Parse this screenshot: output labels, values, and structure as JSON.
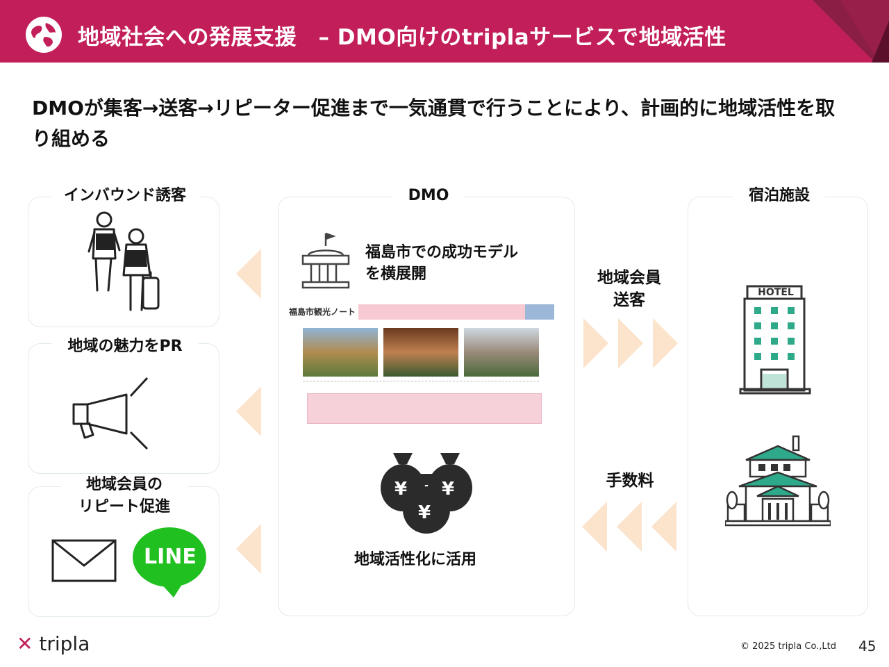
{
  "header": {
    "title": "地域社会への発展支援　– DMO向けのtriplaサービスで地域活性",
    "icon": "globe-icon",
    "color": "#c21f5a"
  },
  "lead": "DMOが集客→送客→リピーター促進まで一気通貫で行うことにより、計画的に地域活性を取り組める",
  "left_panels": [
    {
      "title": "インバウンド誘客",
      "icon": "travelers-icon"
    },
    {
      "title": "地域の魅力をPR",
      "icon": "megaphone-icon"
    },
    {
      "title": "地域会員の\nリピート促進",
      "icons": [
        "mail-icon",
        "line-icon"
      ],
      "line_label": "LINE"
    }
  ],
  "dmo": {
    "title": "DMO",
    "model_text": "福島市での成功モデル\nを横展開",
    "fund_text": "地域活性化に活用",
    "site_logo": "福島市観光ノート"
  },
  "flows": {
    "send_label": "地域会員\n送客",
    "fee_label": "手数料"
  },
  "lodging": {
    "title": "宿泊施設",
    "hotel_sign": "HOTEL"
  },
  "footer": {
    "brand": "tripla",
    "copyright": "© 2025 tripla Co.,Ltd",
    "page_number": "45"
  },
  "colors": {
    "arrow": "#fbe3cc",
    "panel_border": "#e2ebe8",
    "hotel_green": "#2eaa8a",
    "line_green": "#21c021"
  }
}
